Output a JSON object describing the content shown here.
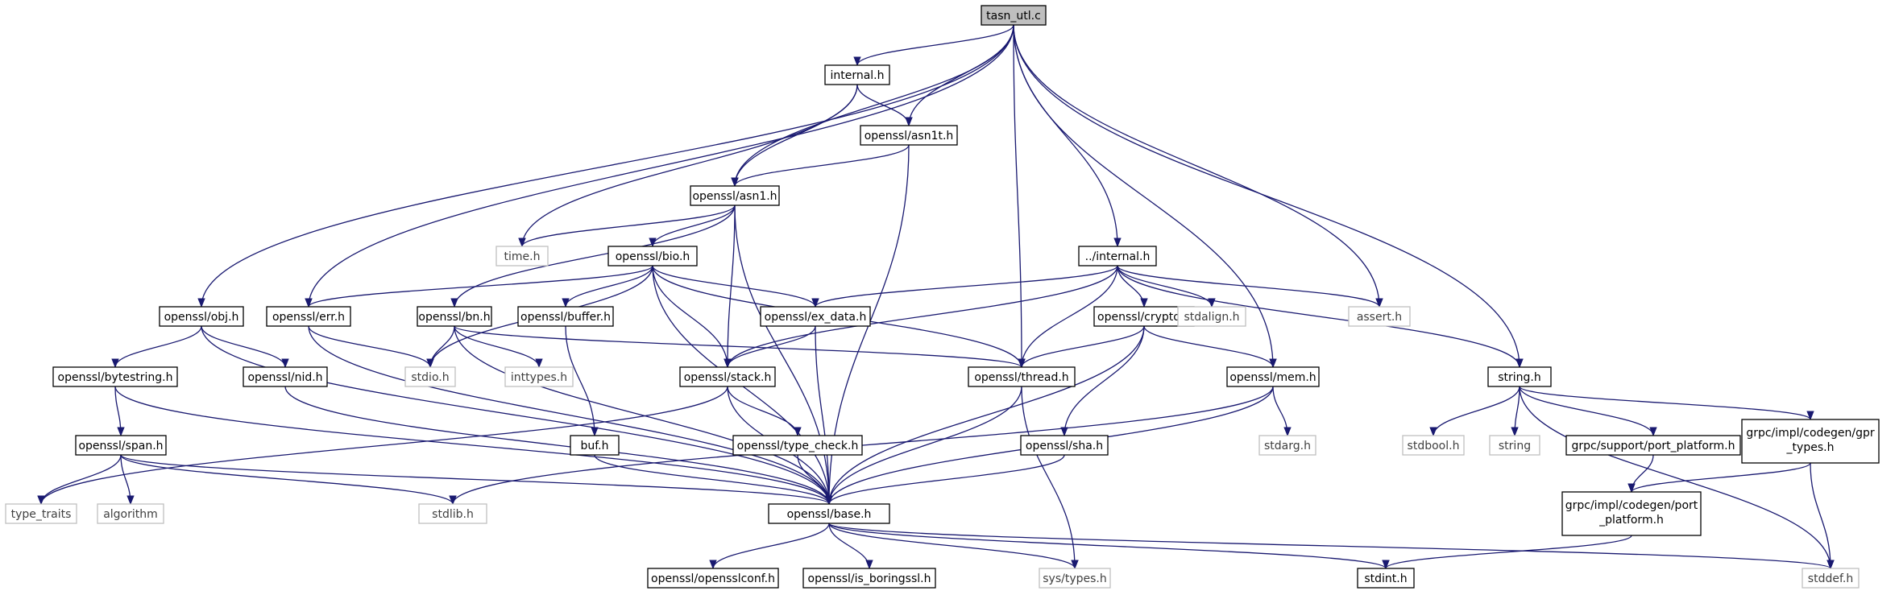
{
  "colors": {
    "edge": "#191970",
    "node_border": "#000000",
    "external_border": "#bfbfbf",
    "external_text": "#404040",
    "root_fill": "#bfbfbf"
  },
  "nodes": [
    {
      "id": "tasn_utl",
      "label": "tasn_utl.c",
      "kind": "root"
    },
    {
      "id": "internal_h",
      "label": "internal.h",
      "kind": "file"
    },
    {
      "id": "asn1t",
      "label": "openssl/asn1t.h",
      "kind": "file"
    },
    {
      "id": "asn1",
      "label": "openssl/asn1.h",
      "kind": "file"
    },
    {
      "id": "time",
      "label": "time.h",
      "kind": "external"
    },
    {
      "id": "bio",
      "label": "openssl/bio.h",
      "kind": "file"
    },
    {
      "id": "dinternal",
      "label": "../internal.h",
      "kind": "file"
    },
    {
      "id": "obj",
      "label": "openssl/obj.h",
      "kind": "file"
    },
    {
      "id": "err",
      "label": "openssl/err.h",
      "kind": "file"
    },
    {
      "id": "bn",
      "label": "openssl/bn.h",
      "kind": "file"
    },
    {
      "id": "buffer",
      "label": "openssl/buffer.h",
      "kind": "file"
    },
    {
      "id": "exdata",
      "label": "openssl/ex_data.h",
      "kind": "file"
    },
    {
      "id": "crypto",
      "label": "openssl/crypto.h",
      "kind": "file"
    },
    {
      "id": "stdalign",
      "label": "stdalign.h",
      "kind": "external"
    },
    {
      "id": "assert",
      "label": "assert.h",
      "kind": "external"
    },
    {
      "id": "bytestring",
      "label": "openssl/bytestring.h",
      "kind": "file"
    },
    {
      "id": "nid",
      "label": "openssl/nid.h",
      "kind": "file"
    },
    {
      "id": "stdio",
      "label": "stdio.h",
      "kind": "external"
    },
    {
      "id": "inttypes",
      "label": "inttypes.h",
      "kind": "external"
    },
    {
      "id": "stack",
      "label": "openssl/stack.h",
      "kind": "file"
    },
    {
      "id": "thread",
      "label": "openssl/thread.h",
      "kind": "file"
    },
    {
      "id": "mem",
      "label": "openssl/mem.h",
      "kind": "file"
    },
    {
      "id": "string_h",
      "label": "string.h",
      "kind": "file"
    },
    {
      "id": "span",
      "label": "openssl/span.h",
      "kind": "file"
    },
    {
      "id": "buf",
      "label": "buf.h",
      "kind": "file"
    },
    {
      "id": "typecheck",
      "label": "openssl/type_check.h",
      "kind": "file"
    },
    {
      "id": "sha",
      "label": "openssl/sha.h",
      "kind": "file"
    },
    {
      "id": "stdarg",
      "label": "stdarg.h",
      "kind": "external"
    },
    {
      "id": "stdbool",
      "label": "stdbool.h",
      "kind": "external"
    },
    {
      "id": "string",
      "label": "string",
      "kind": "external"
    },
    {
      "id": "portplatform",
      "label": "grpc/support/port_platform.h",
      "kind": "file"
    },
    {
      "id": "gprtypes",
      "label": [
        "grpc/impl/codegen/gpr",
        "_types.h"
      ],
      "kind": "file"
    },
    {
      "id": "typetraits",
      "label": "type_traits",
      "kind": "external"
    },
    {
      "id": "algorithm",
      "label": "algorithm",
      "kind": "external"
    },
    {
      "id": "stdlib",
      "label": "stdlib.h",
      "kind": "external"
    },
    {
      "id": "base",
      "label": "openssl/base.h",
      "kind": "file"
    },
    {
      "id": "codegenport",
      "label": [
        "grpc/impl/codegen/port",
        "_platform.h"
      ],
      "kind": "file"
    },
    {
      "id": "opensslconf",
      "label": "openssl/opensslconf.h",
      "kind": "file"
    },
    {
      "id": "isboring",
      "label": "openssl/is_boringssl.h",
      "kind": "file"
    },
    {
      "id": "systypes",
      "label": "sys/types.h",
      "kind": "external"
    },
    {
      "id": "stdint",
      "label": "stdint.h",
      "kind": "file"
    },
    {
      "id": "stddef",
      "label": "stddef.h",
      "kind": "external"
    }
  ],
  "edges": [
    [
      "tasn_utl",
      "internal_h"
    ],
    [
      "tasn_utl",
      "asn1t"
    ],
    [
      "tasn_utl",
      "asn1"
    ],
    [
      "tasn_utl",
      "dinternal"
    ],
    [
      "tasn_utl",
      "obj"
    ],
    [
      "tasn_utl",
      "err"
    ],
    [
      "tasn_utl",
      "thread"
    ],
    [
      "tasn_utl",
      "mem"
    ],
    [
      "tasn_utl",
      "string_h"
    ],
    [
      "tasn_utl",
      "assert"
    ],
    [
      "internal_h",
      "asn1t"
    ],
    [
      "internal_h",
      "asn1"
    ],
    [
      "internal_h",
      "time"
    ],
    [
      "asn1t",
      "asn1"
    ],
    [
      "asn1t",
      "base"
    ],
    [
      "asn1",
      "time"
    ],
    [
      "asn1",
      "bio"
    ],
    [
      "asn1",
      "bn"
    ],
    [
      "asn1",
      "stack"
    ],
    [
      "asn1",
      "base"
    ],
    [
      "bio",
      "err"
    ],
    [
      "bio",
      "buffer"
    ],
    [
      "bio",
      "exdata"
    ],
    [
      "bio",
      "stack"
    ],
    [
      "bio",
      "thread"
    ],
    [
      "bio",
      "stdio"
    ],
    [
      "bio",
      "base"
    ],
    [
      "dinternal",
      "exdata"
    ],
    [
      "dinternal",
      "crypto"
    ],
    [
      "dinternal",
      "stdalign"
    ],
    [
      "dinternal",
      "assert"
    ],
    [
      "dinternal",
      "string_h"
    ],
    [
      "dinternal",
      "stack"
    ],
    [
      "dinternal",
      "thread"
    ],
    [
      "obj",
      "bytestring"
    ],
    [
      "obj",
      "nid"
    ],
    [
      "obj",
      "base"
    ],
    [
      "err",
      "stdio"
    ],
    [
      "err",
      "base"
    ],
    [
      "bn",
      "stdio"
    ],
    [
      "bn",
      "inttypes"
    ],
    [
      "bn",
      "thread"
    ],
    [
      "bn",
      "base"
    ],
    [
      "buffer",
      "buf"
    ],
    [
      "exdata",
      "stack"
    ],
    [
      "exdata",
      "base"
    ],
    [
      "crypto",
      "thread"
    ],
    [
      "crypto",
      "mem"
    ],
    [
      "crypto",
      "sha"
    ],
    [
      "crypto",
      "base"
    ],
    [
      "bytestring",
      "span"
    ],
    [
      "bytestring",
      "base"
    ],
    [
      "nid",
      "base"
    ],
    [
      "stack",
      "typecheck"
    ],
    [
      "stack",
      "typetraits"
    ],
    [
      "stack",
      "base"
    ],
    [
      "thread",
      "base"
    ],
    [
      "thread",
      "systypes"
    ],
    [
      "mem",
      "stdarg"
    ],
    [
      "mem",
      "stdlib"
    ],
    [
      "mem",
      "base"
    ],
    [
      "string_h",
      "stdbool"
    ],
    [
      "string_h",
      "string"
    ],
    [
      "string_h",
      "portplatform"
    ],
    [
      "string_h",
      "gprtypes"
    ],
    [
      "string_h",
      "stddef"
    ],
    [
      "span",
      "typetraits"
    ],
    [
      "span",
      "algorithm"
    ],
    [
      "span",
      "stdlib"
    ],
    [
      "span",
      "base"
    ],
    [
      "buf",
      "base"
    ],
    [
      "typecheck",
      "base"
    ],
    [
      "sha",
      "base"
    ],
    [
      "portplatform",
      "codegenport"
    ],
    [
      "gprtypes",
      "codegenport"
    ],
    [
      "gprtypes",
      "stddef"
    ],
    [
      "codegenport",
      "stdint"
    ],
    [
      "base",
      "opensslconf"
    ],
    [
      "base",
      "isboring"
    ],
    [
      "base",
      "systypes"
    ],
    [
      "base",
      "stdint"
    ],
    [
      "base",
      "stddef"
    ]
  ]
}
